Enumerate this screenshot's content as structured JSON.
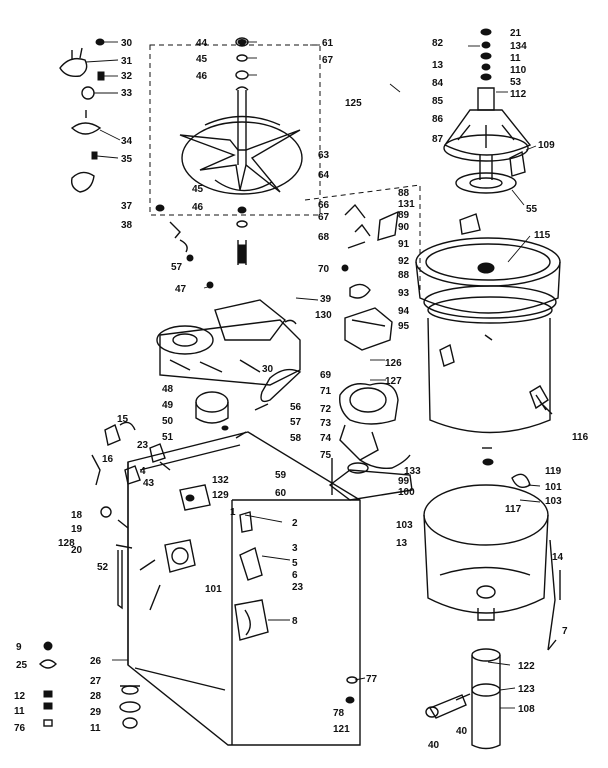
{
  "diagram": {
    "part_numbers": [
      "30",
      "31",
      "32",
      "33",
      "34",
      "35",
      "37",
      "38",
      "57",
      "44",
      "45",
      "46",
      "61",
      "67",
      "82",
      "13",
      "84",
      "125",
      "85",
      "86",
      "87",
      "63",
      "64",
      "21",
      "134",
      "11",
      "110",
      "53",
      "112",
      "109",
      "55",
      "45",
      "46",
      "47",
      "39",
      "66",
      "67",
      "88",
      "131",
      "89",
      "90",
      "68",
      "91",
      "92",
      "70",
      "88",
      "93",
      "94",
      "130",
      "95",
      "126",
      "69",
      "127",
      "115",
      "48",
      "49",
      "30",
      "56",
      "50",
      "57",
      "51",
      "58",
      "15",
      "16",
      "23",
      "4",
      "43",
      "132",
      "129",
      "71",
      "72",
      "73",
      "74",
      "75",
      "133",
      "99",
      "100",
      "59",
      "60",
      "116",
      "119",
      "101",
      "103",
      "117",
      "18",
      "19",
      "128",
      "20",
      "1",
      "2",
      "3",
      "5",
      "6",
      "23",
      "52",
      "101",
      "103",
      "13",
      "14",
      "7",
      "8",
      "9",
      "25",
      "26",
      "27",
      "28",
      "29",
      "11",
      "12",
      "11",
      "76",
      "77",
      "78",
      "121",
      "122",
      "123",
      "108",
      "40",
      "40"
    ]
  }
}
